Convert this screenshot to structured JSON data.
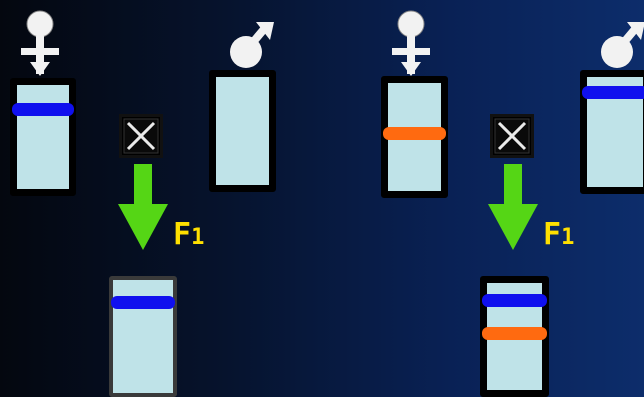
{
  "colors": {
    "tube_fill": "#bfe3e8",
    "band_blue": "#1010ee",
    "band_orange": "#ff6a10",
    "arrow_green": "#55d615",
    "label_yellow": "#ffe000",
    "symbol_white": "#f2f2f2"
  },
  "crosses": [
    {
      "label": "F",
      "subscript": "1"
    },
    {
      "label": "F",
      "subscript": "1"
    }
  ],
  "icons": [
    "female-symbol-icon",
    "male-symbol-icon",
    "cross-x-icon",
    "down-arrow-icon"
  ]
}
